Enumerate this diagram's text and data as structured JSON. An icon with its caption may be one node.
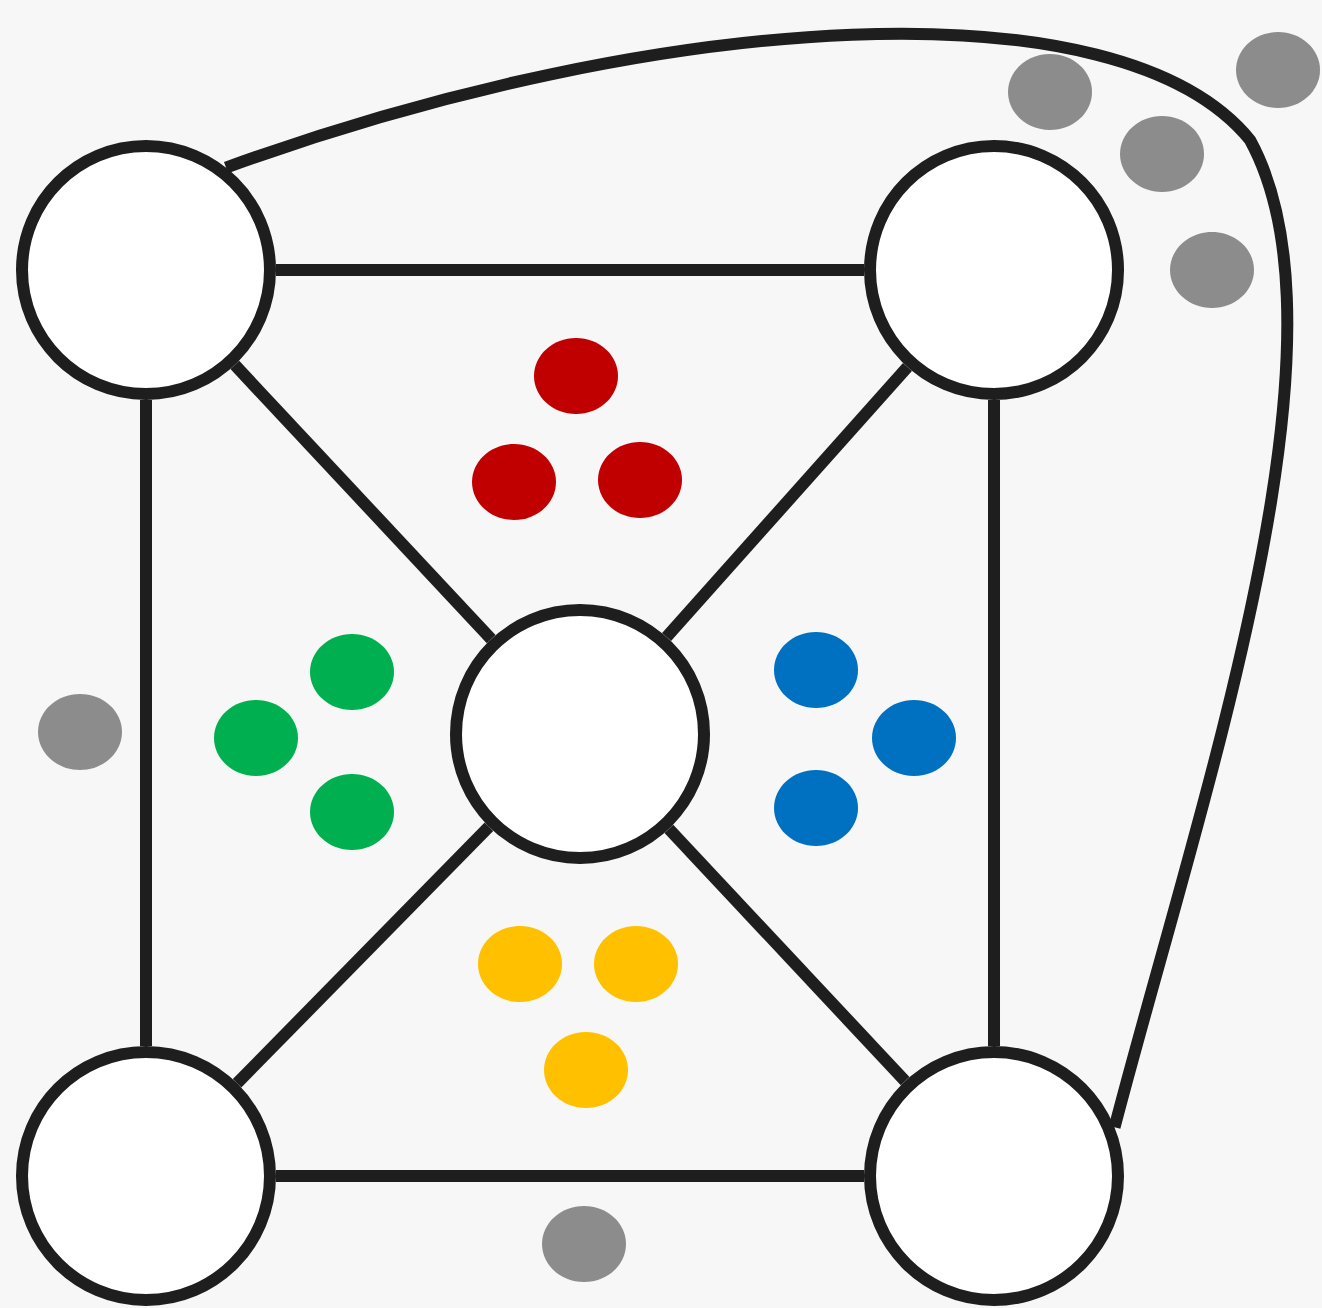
{
  "diagram": {
    "nodes": [
      {
        "text": [],
        "shape": "circle"
      },
      {
        "text": [],
        "shape": "circle"
      },
      {
        "text": [],
        "shape": "circle"
      },
      {
        "text": [],
        "shape": "circle"
      },
      {
        "text": [],
        "shape": "circle"
      }
    ],
    "edges": [
      {
        "from": 0,
        "to": 1,
        "arrow": "none"
      },
      {
        "from": 0,
        "to": 3,
        "arrow": "none"
      },
      {
        "from": 1,
        "to": 4,
        "arrow": "none"
      },
      {
        "from": 3,
        "to": 4,
        "arrow": "none"
      },
      {
        "from": 0,
        "to": 2,
        "arrow": "none"
      },
      {
        "from": 1,
        "to": 2,
        "arrow": "none"
      },
      {
        "from": 2,
        "to": 3,
        "arrow": "none"
      },
      {
        "from": 2,
        "to": 4,
        "arrow": "none"
      },
      {
        "from": 0,
        "to": 4,
        "arrow": "none"
      }
    ]
  }
}
